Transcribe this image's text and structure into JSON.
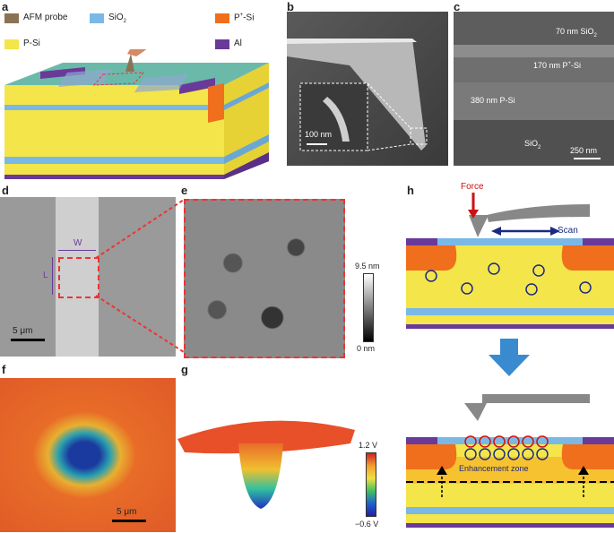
{
  "panels": {
    "a": "a",
    "b": "b",
    "c": "c",
    "d": "d",
    "e": "e",
    "f": "f",
    "g": "g",
    "h": "h"
  },
  "legend": {
    "afm": "AFM probe",
    "sio2": "SiO",
    "sio2_sub": "2",
    "pplus": "P",
    "pplus_sup": "+",
    "pplus_tail": "-Si",
    "psi": "P-Si",
    "al": "Al",
    "colors": {
      "afm": "#8a7355",
      "sio2": "#7ab8e6",
      "pplus": "#ef6f1c",
      "psi": "#f4e54a",
      "al": "#6a3a9a"
    }
  },
  "b": {
    "scale": "100 nm"
  },
  "c": {
    "l1": "70 nm SiO",
    "l1_sub": "2",
    "l2": "170 nm P",
    "l2_sup": "+",
    "l2_tail": "-Si",
    "l3": "380 nm P-Si",
    "l4": "SiO",
    "l4_sub": "2",
    "scale": "250 nm"
  },
  "d": {
    "w": "W",
    "l": "L",
    "scale": "5 μm"
  },
  "e": {
    "cbar_top": "9.5 nm",
    "cbar_bot": "0 nm"
  },
  "f": {
    "scale": "5 μm"
  },
  "g": {
    "cbar_top": "1.2 V",
    "cbar_bot": "−0.6 V"
  },
  "h": {
    "force": "Force",
    "scan": "Scan",
    "zone": "Enhancement zone"
  }
}
